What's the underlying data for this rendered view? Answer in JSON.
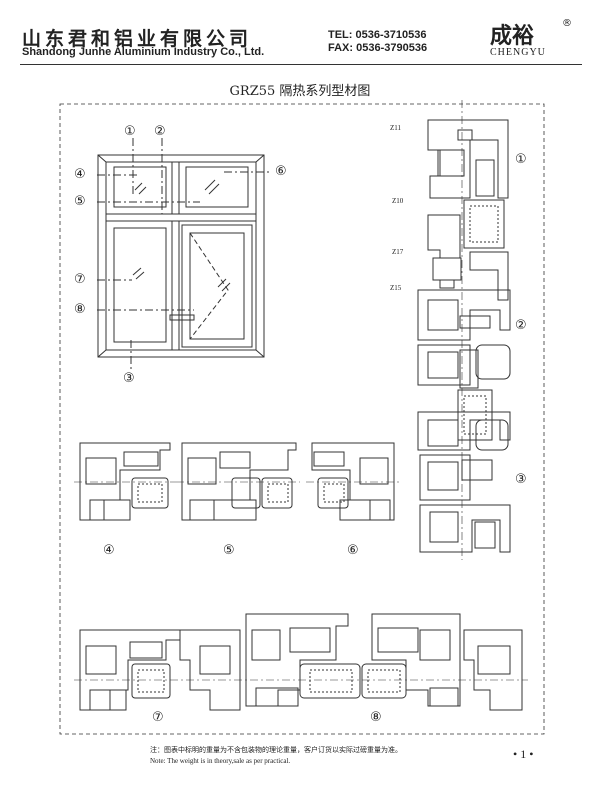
{
  "header": {
    "company_cn": "山东君和铝业有限公司",
    "company_en": "Shandong Junhe Aluminium Industry Co., Ltd.",
    "tel": "TEL: 0536-3710536",
    "fax": "FAX: 0536-3790536",
    "brand_cn": "成裕",
    "brand_en": "CHENGYU",
    "reg_mark": "®"
  },
  "title": "GRZ55 隔热系列型材图",
  "window_markers": [
    "①",
    "②",
    "④",
    "⑤",
    "⑥",
    "⑦",
    "⑧",
    "③"
  ],
  "profiles": {
    "codes": [
      "Z11",
      "Z10",
      "Z17",
      "Z15"
    ],
    "right_markers": [
      "①",
      "②",
      "③"
    ],
    "section_markers": [
      "④",
      "⑤",
      "⑥",
      "⑦",
      "⑧"
    ]
  },
  "footer": {
    "note_cn": "注：图表中标明的重量为不含包装物的理论重量，客户订货以实际过磅重量为准。",
    "note_en": "Note: The weight is in theory,sale as per practical.",
    "page": "• 1 •"
  }
}
